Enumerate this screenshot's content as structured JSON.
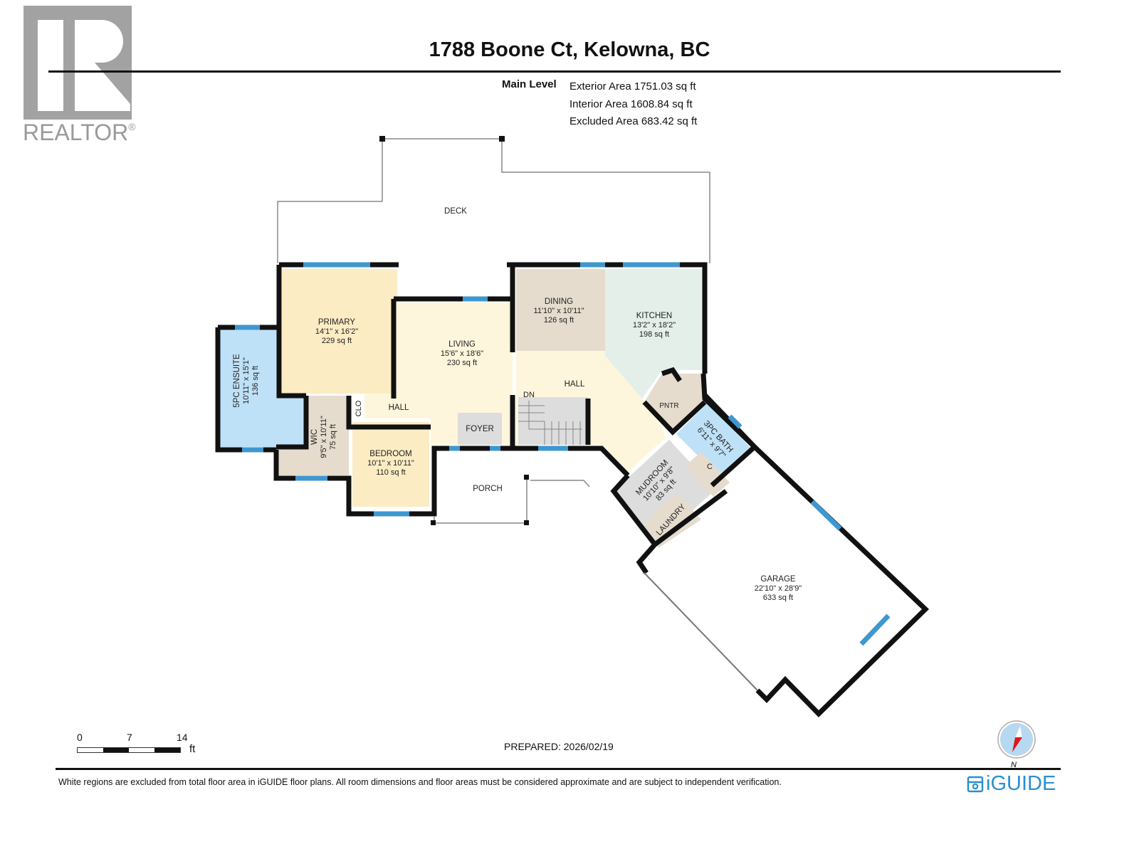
{
  "header": {
    "logo_text": "REALTOR",
    "logo_registered": "®",
    "title": "1788 Boone Ct, Kelowna, BC"
  },
  "level": {
    "name": "Main Level",
    "exterior_area": "Exterior Area 1751.03 sq ft",
    "interior_area": "Interior Area 1608.84 sq ft",
    "excluded_area": "Excluded Area 683.42 sq ft"
  },
  "rooms": {
    "deck": {
      "name": "DECK"
    },
    "primary": {
      "name": "PRIMARY",
      "dims": "14'1\" x 16'2\"",
      "area": "229 sq ft",
      "color": "#fbecc4"
    },
    "ensuite": {
      "name": "5PC ENSUITE",
      "dims": "10'11\" x 15'1\"",
      "area": "136 sq ft",
      "color": "#bfe1f7"
    },
    "living": {
      "name": "LIVING",
      "dims": "15'6\" x 18'6\"",
      "area": "230 sq ft",
      "color": "#fdf6dc"
    },
    "dining": {
      "name": "DINING",
      "dims": "11'10\" x 10'11\"",
      "area": "126 sq ft",
      "color": "#e5dccd"
    },
    "kitchen": {
      "name": "KITCHEN",
      "dims": "13'2\" x 18'2\"",
      "area": "198 sq ft",
      "color": "#e3efe8"
    },
    "hall_main": {
      "name": "HALL"
    },
    "hall_west": {
      "name": "HALL"
    },
    "clo": {
      "name": "CLO"
    },
    "wic": {
      "name": "WIC",
      "dims": "9'5\" x 10'11\"",
      "area": "75 sq ft"
    },
    "bedroom": {
      "name": "BEDROOM",
      "dims": "10'1\" x 10'11\"",
      "area": "110 sq ft"
    },
    "foyer": {
      "name": "FOYER"
    },
    "porch": {
      "name": "PORCH"
    },
    "stairs": {
      "name": "DN"
    },
    "pantry": {
      "name": "PNTR"
    },
    "bath3": {
      "name": "3PC BATH",
      "dims": "6'11\" x 9'7\""
    },
    "closet_c": {
      "name": "C"
    },
    "mudroom": {
      "name": "MUDROOM",
      "dims": "10'10\" x 9'8\"",
      "area": "83 sq ft"
    },
    "laundry": {
      "name": "LAUNDRY"
    },
    "garage": {
      "name": "GARAGE",
      "dims": "22'10\" x 28'9\"",
      "area": "633 sq ft"
    }
  },
  "scale": {
    "tick_0": "0",
    "tick_7": "7",
    "tick_14": "14",
    "unit": "ft"
  },
  "footer": {
    "prepared": "PREPARED: 2026/02/19",
    "disclaimer": "White regions are excluded from total floor area in iGUIDE floor plans. All room dimensions and floor areas must be considered approximate and are subject to independent verification.",
    "brand": "iGUIDE",
    "compass_label": "N"
  },
  "colors": {
    "wall": "#111111",
    "window": "#3f97cf",
    "brand": "#2b8fd0",
    "compass_needle": "#e0141b"
  }
}
